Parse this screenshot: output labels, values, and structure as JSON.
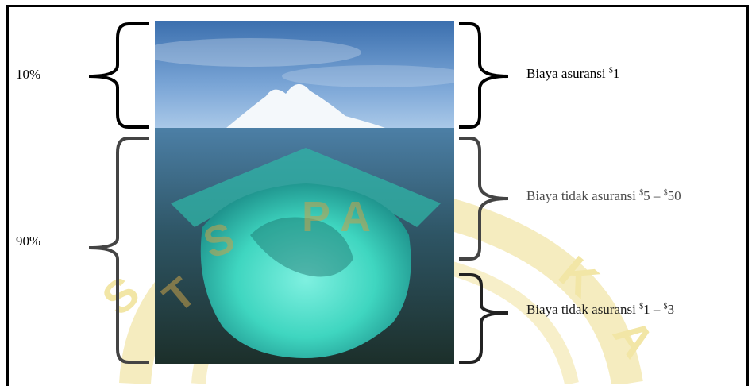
{
  "labels": {
    "top_percent": "10%",
    "bottom_percent": "90%",
    "insured_cost_text": "Biaya asuransi ",
    "insured_cost_sup": "$",
    "insured_cost_value": "1",
    "uninsured_a_text": "Biaya tidak asuransi ",
    "uninsured_a_sup1": "$",
    "uninsured_a_mid": "5 – ",
    "uninsured_a_sup2": "$",
    "uninsured_a_end": "50",
    "uninsured_b_text": "Biaya tidak asuransi ",
    "uninsured_b_sup1": "$",
    "uninsured_b_mid": "1 – ",
    "uninsured_b_sup2": "$",
    "uninsured_b_end": "3"
  },
  "watermark": {
    "text": "SITAS PALANGKA"
  },
  "colors": {
    "sky_top": "#3b6fae",
    "sky_bottom": "#a9c8e8",
    "water_dark": "#2a3f4a",
    "ice_underwater": "#3fd6c0",
    "iceberg_top": "#f4f8fb",
    "bracket_top": "#000000",
    "bracket_gray": "#444444",
    "watermark_yellow": "#f2e6a6"
  }
}
